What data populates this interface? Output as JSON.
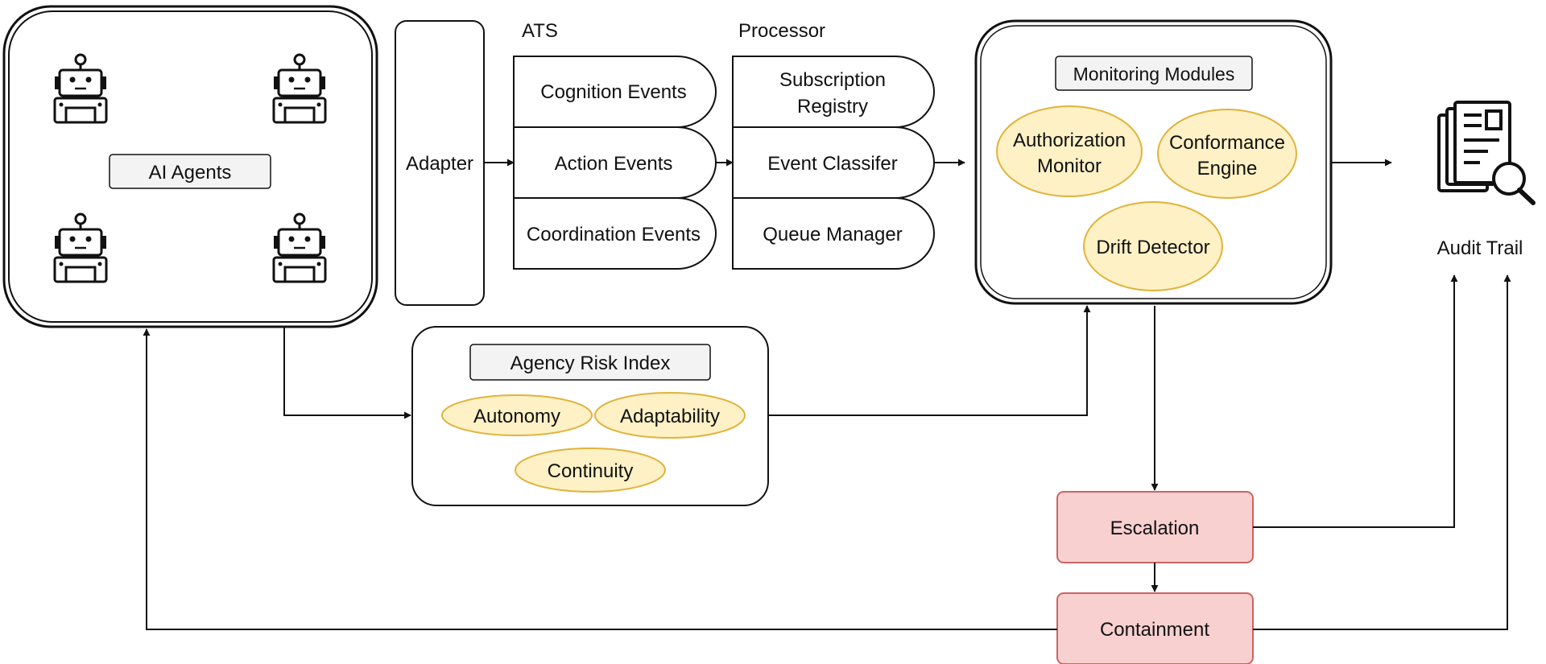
{
  "diagram": {
    "agents": {
      "label": "AI Agents",
      "icon": "robot-icon"
    },
    "adapter": {
      "label": "Adapter"
    },
    "ats": {
      "title": "ATS",
      "events": [
        "Cognition Events",
        "Action Events",
        "Coordination Events"
      ]
    },
    "processor": {
      "title": "Processor",
      "items": [
        {
          "line1": "Subscription",
          "line2": "Registry"
        },
        {
          "line1": "Event Classifer",
          "line2": ""
        },
        {
          "line1": "Queue Manager",
          "line2": ""
        }
      ]
    },
    "monitoring": {
      "title": "Monitoring Modules",
      "modules": [
        {
          "line1": "Authorization",
          "line2": "Monitor"
        },
        {
          "line1": "Conformance",
          "line2": "Engine"
        },
        {
          "line1": "Drift Detector",
          "line2": ""
        }
      ]
    },
    "risk_index": {
      "title": "Agency Risk Index",
      "dimensions": [
        "Autonomy",
        "Adaptability",
        "Continuity"
      ]
    },
    "escalation": {
      "label": "Escalation"
    },
    "containment": {
      "label": "Containment"
    },
    "audit_trail": {
      "label": "Audit Trail",
      "icon": "document-search-icon"
    }
  },
  "colors": {
    "stroke": "#111111",
    "title_box_fill": "#f3f3f3",
    "ellipse_fill": "#fdf1c5",
    "ellipse_stroke": "#e0b33c",
    "alert_fill": "#f9d0d0",
    "alert_stroke": "#cc6464"
  }
}
